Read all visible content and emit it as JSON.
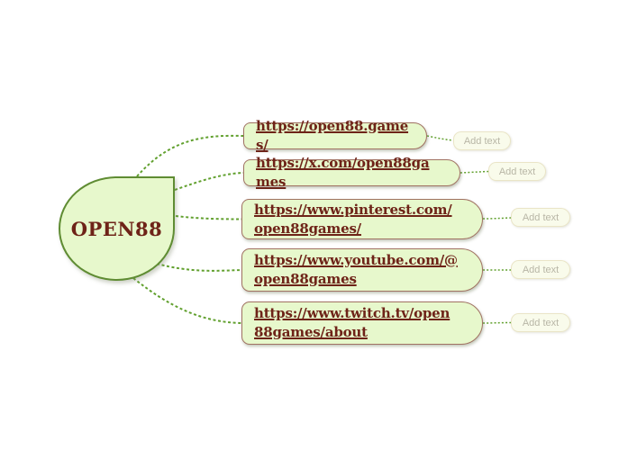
{
  "root": {
    "label": "OPEN88"
  },
  "branches": [
    {
      "label": "https://open88.games/",
      "add_label": "Add text"
    },
    {
      "label": "https://x.com/open88games",
      "add_label": "Add text"
    },
    {
      "label": "https://www.pinterest.com/open88games/",
      "add_label": "Add text"
    },
    {
      "label": "https://www.youtube.com/@open88games",
      "add_label": "Add text"
    },
    {
      "label": "https://www.twitch.tv/open88games/about",
      "add_label": "Add text"
    }
  ],
  "colors": {
    "node_fill": "#e7f8cc",
    "branch_border": "#a17263",
    "root_border": "#5f8c33",
    "link_text": "#6e2318",
    "connector_green": "#61a02e",
    "ghost_fill": "#f9fbeb",
    "ghost_border": "#eae5c7",
    "ghost_text": "#b8b6a6"
  }
}
